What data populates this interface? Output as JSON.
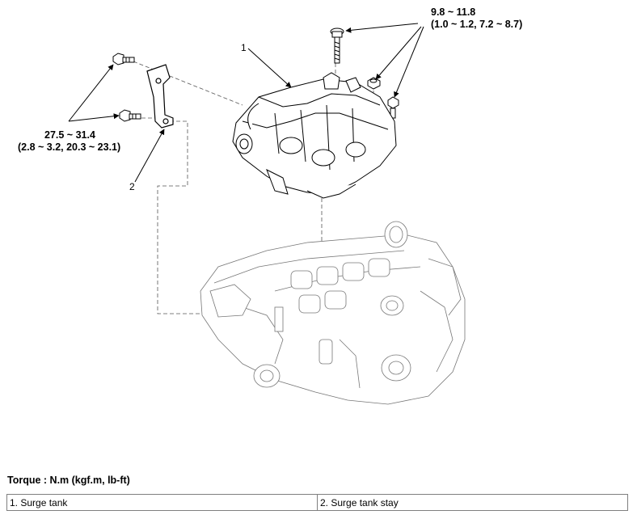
{
  "callouts": {
    "part1_number": "1",
    "part2_number": "2",
    "torque_top_line1": "9.8 ~ 11.8",
    "torque_top_line2": "(1.0 ~ 1.2, 7.2 ~ 8.7)",
    "torque_left_line1": "27.5 ~ 31.4",
    "torque_left_line2": "(2.8 ~ 3.2, 20.3 ~ 23.1)"
  },
  "torque_heading": "Torque : N.m (kgf.m, lb-ft)",
  "legend": [
    {
      "label": "1. Surge tank"
    },
    {
      "label": "2. Surge tank stay"
    }
  ]
}
